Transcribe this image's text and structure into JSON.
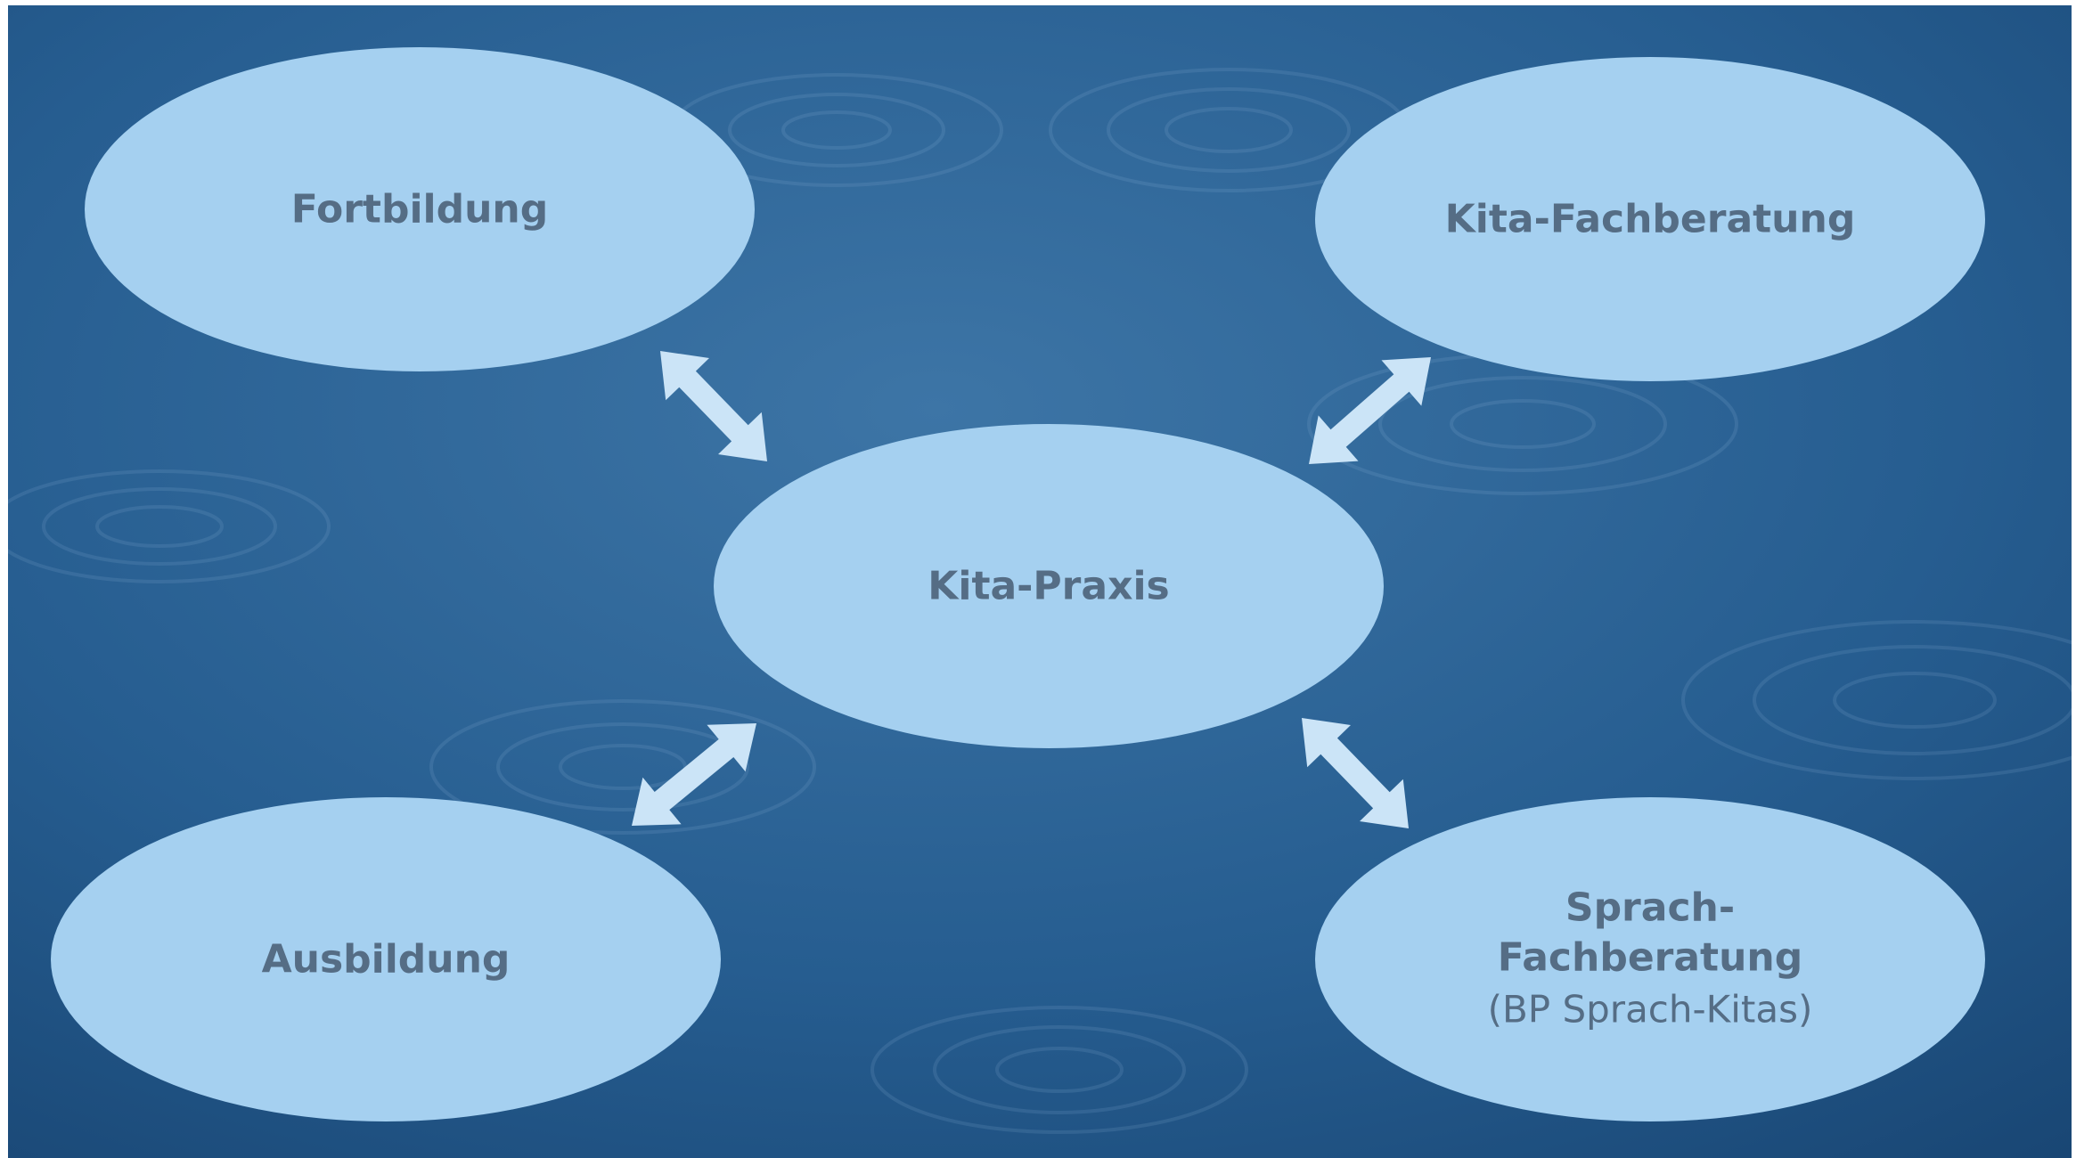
{
  "colors": {
    "water_light": "#3d75a6",
    "water_mid": "#265d90",
    "water_dark": "#174370",
    "ellipse_fill": "#a5d0f0",
    "text": "#556d85",
    "arrow": "#cbe4f7"
  },
  "nodes": {
    "fortbildung": {
      "label": "Fortbildung"
    },
    "kita_fachberatung": {
      "label": "Kita-Fachberatung"
    },
    "kita_praxis": {
      "label": "Kita-Praxis"
    },
    "ausbildung": {
      "label": "Ausbildung"
    },
    "sprach_fachberatung": {
      "line1": "Sprach-",
      "line2": "Fachberatung",
      "sub": "(BP Sprach-Kitas)"
    }
  },
  "edges": [
    {
      "from": "fortbildung",
      "to": "kita_praxis",
      "direction": "bidirectional"
    },
    {
      "from": "kita_fachberatung",
      "to": "kita_praxis",
      "direction": "bidirectional"
    },
    {
      "from": "ausbildung",
      "to": "kita_praxis",
      "direction": "bidirectional"
    },
    {
      "from": "sprach_fachberatung",
      "to": "kita_praxis",
      "direction": "bidirectional"
    }
  ]
}
